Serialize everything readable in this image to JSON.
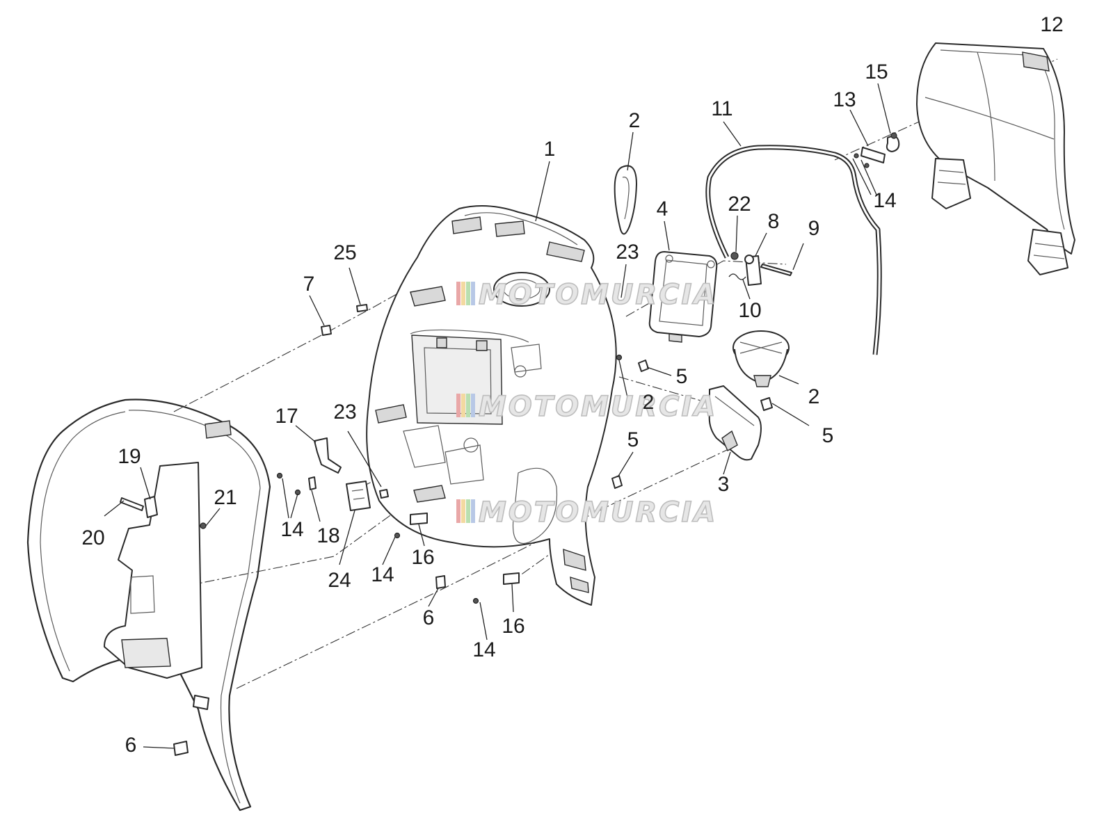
{
  "diagram": {
    "callouts": [
      {
        "id": "c1",
        "text": "1"
      },
      {
        "id": "c2a",
        "text": "2"
      },
      {
        "id": "c2b",
        "text": "2"
      },
      {
        "id": "c2c",
        "text": "2"
      },
      {
        "id": "c3",
        "text": "3"
      },
      {
        "id": "c4",
        "text": "4"
      },
      {
        "id": "c5a",
        "text": "5"
      },
      {
        "id": "c5b",
        "text": "5"
      },
      {
        "id": "c5c",
        "text": "5"
      },
      {
        "id": "c6a",
        "text": "6"
      },
      {
        "id": "c6b",
        "text": "6"
      },
      {
        "id": "c7",
        "text": "7"
      },
      {
        "id": "c8",
        "text": "8"
      },
      {
        "id": "c9",
        "text": "9"
      },
      {
        "id": "c10",
        "text": "10"
      },
      {
        "id": "c11",
        "text": "11"
      },
      {
        "id": "c12",
        "text": "12"
      },
      {
        "id": "c13",
        "text": "13"
      },
      {
        "id": "c14a",
        "text": "14"
      },
      {
        "id": "c14b",
        "text": "14"
      },
      {
        "id": "c14c",
        "text": "14"
      },
      {
        "id": "c14d",
        "text": "14"
      },
      {
        "id": "c15",
        "text": "15"
      },
      {
        "id": "c16a",
        "text": "16"
      },
      {
        "id": "c16b",
        "text": "16"
      },
      {
        "id": "c17",
        "text": "17"
      },
      {
        "id": "c18",
        "text": "18"
      },
      {
        "id": "c19",
        "text": "19"
      },
      {
        "id": "c20",
        "text": "20"
      },
      {
        "id": "c21",
        "text": "21"
      },
      {
        "id": "c22",
        "text": "22"
      },
      {
        "id": "c23a",
        "text": "23"
      },
      {
        "id": "c23b",
        "text": "23"
      },
      {
        "id": "c24",
        "text": "24"
      },
      {
        "id": "c25",
        "text": "25"
      }
    ],
    "watermark": {
      "text": "MOTOMURCIA",
      "stripe_colors": [
        "#e9a7a7",
        "#f3d9a0",
        "#b9dfb0",
        "#b8c8e6"
      ]
    }
  }
}
